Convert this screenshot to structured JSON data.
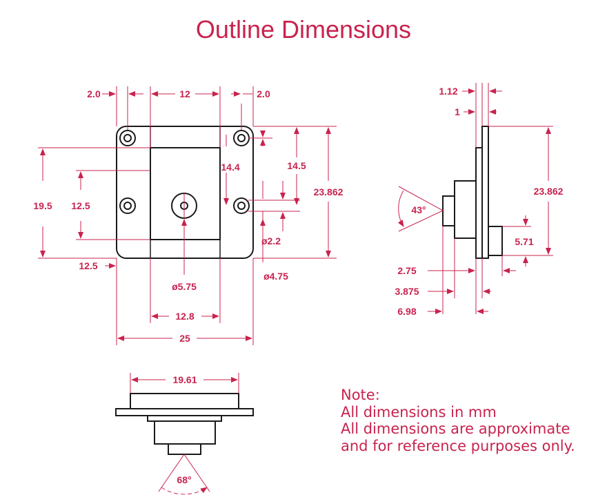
{
  "title": "Outline Dimensions",
  "front_view": {
    "dim_hole_offset_left": "2.0",
    "dim_inner_width": "12",
    "dim_hole_offset_right": "2.0",
    "dim_inner_height": "14.4",
    "dim_hole_to_center": "14.5",
    "dim_total_height": "23.862",
    "dim_hole_spacing_vertical": "19.5",
    "dim_lens_window_height": "12.5",
    "dim_hole_diameter": "ø2.2",
    "dim_left_offset": "12.5",
    "dim_center_bore": "ø5.75",
    "dim_mount_hole": "ø4.75",
    "dim_window_width": "12.8",
    "dim_total_width": "25"
  },
  "side_view": {
    "dim_plate_thickness": "1.12",
    "dim_board_thickness": "1",
    "dim_height": "23.862",
    "dim_viewing_angle": "43°",
    "dim_module_height": "5.71",
    "dim_depth_1": "2.75",
    "dim_depth_2": "3.875",
    "dim_depth_3": "6.98"
  },
  "bottom_view": {
    "dim_width": "19.61",
    "dim_viewing_angle": "68°"
  },
  "note": {
    "heading": "Note:",
    "line1": "All dimensions in mm",
    "line2": "All dimensions are approximate",
    "line3": "and for reference purposes only."
  },
  "colors": {
    "accent": "#c8234e",
    "outline": "#1a1a1a"
  }
}
